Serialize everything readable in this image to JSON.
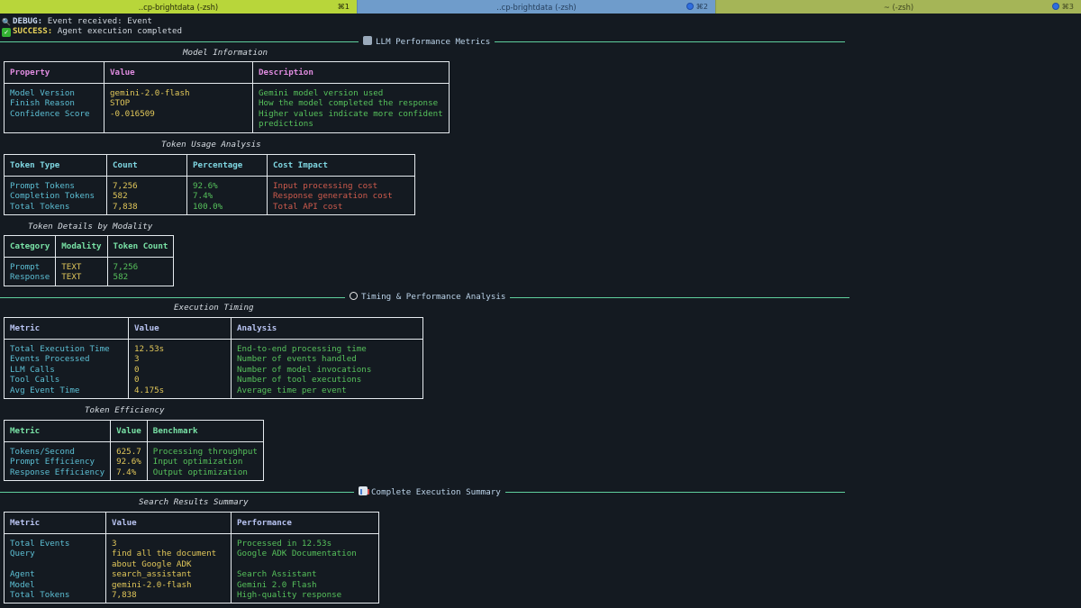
{
  "tabs": [
    {
      "title": "..cp-brightdata (-zsh)",
      "key": "⌘1",
      "active": true
    },
    {
      "title": "..cp-brightdata (-zsh)",
      "key": "⌘2",
      "active": false
    },
    {
      "title": "~ (-zsh)",
      "key": "⌘3",
      "active": false
    }
  ],
  "status": {
    "debug_label": "DEBUG:",
    "debug_text": " Event received: Event",
    "success_label": "SUCCESS:",
    "success_text": " Agent execution completed"
  },
  "sections": {
    "llm": "LLM Performance Metrics",
    "timing": "Timing & Performance Analysis",
    "summary": "Complete Execution Summary"
  },
  "model_info": {
    "caption": "Model Information",
    "headers": [
      "Property",
      "Value",
      "Description"
    ],
    "rows": [
      [
        "Model Version",
        "gemini-2.0-flash",
        "Gemini model version used"
      ],
      [
        "Finish Reason",
        "STOP",
        "How the model completed the response"
      ],
      [
        "Confidence Score",
        "-0.016509",
        "Higher values indicate more confident"
      ],
      [
        "",
        "",
        "predictions"
      ]
    ]
  },
  "token_usage": {
    "caption": "Token Usage Analysis",
    "headers": [
      "Token Type",
      "Count",
      "Percentage",
      "Cost Impact"
    ],
    "rows": [
      [
        "Prompt Tokens",
        "7,256",
        "92.6%",
        "Input processing cost"
      ],
      [
        "Completion Tokens",
        "582",
        "7.4%",
        "Response generation cost"
      ],
      [
        "Total Tokens",
        "7,838",
        "100.0%",
        "Total API cost"
      ]
    ]
  },
  "token_modality": {
    "caption": "Token Details by Modality",
    "headers": [
      "Category",
      "Modality",
      "Token Count"
    ],
    "rows": [
      [
        "Prompt",
        "TEXT",
        "7,256"
      ],
      [
        "Response",
        "TEXT",
        "582"
      ]
    ]
  },
  "execution_timing": {
    "caption": "Execution Timing",
    "headers": [
      "Metric",
      "Value",
      "Analysis"
    ],
    "rows": [
      [
        "Total Execution Time",
        "12.53s",
        "End-to-end processing time"
      ],
      [
        "Events Processed",
        "3",
        "Number of events handled"
      ],
      [
        "LLM Calls",
        "0",
        "Number of model invocations"
      ],
      [
        "Tool Calls",
        "0",
        "Number of tool executions"
      ],
      [
        "Avg Event Time",
        "4.175s",
        "Average time per event"
      ]
    ]
  },
  "token_efficiency": {
    "caption": "Token Efficiency",
    "headers": [
      "Metric",
      "Value",
      "Benchmark"
    ],
    "rows": [
      [
        "Tokens/Second",
        "625.7",
        "Processing throughput"
      ],
      [
        "Prompt Efficiency",
        "92.6%",
        "Input optimization"
      ],
      [
        "Response Efficiency",
        "7.4%",
        "Output optimization"
      ]
    ]
  },
  "search_summary": {
    "caption": "Search Results Summary",
    "headers": [
      "Metric",
      "Value",
      "Performance"
    ],
    "rows": [
      [
        "Total Events",
        "3",
        "Processed in 12.53s"
      ],
      [
        "Query",
        "find all the document",
        "Google ADK Documentation"
      ],
      [
        "",
        "about Google ADK",
        ""
      ],
      [
        "Agent",
        "search_assistant",
        "Search Assistant"
      ],
      [
        "Model",
        "gemini-2.0-flash",
        "Gemini 2.0 Flash"
      ],
      [
        "Total Tokens",
        "7,838",
        "High-quality response"
      ]
    ]
  }
}
